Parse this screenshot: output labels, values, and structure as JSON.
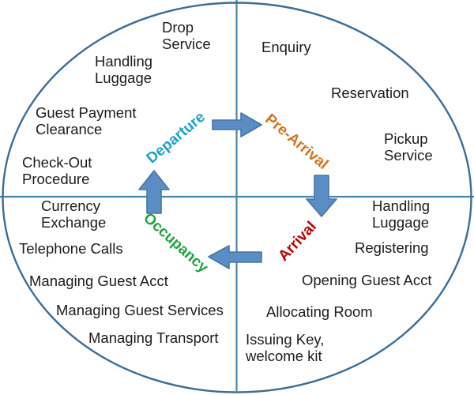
{
  "diagram": {
    "arrow_color": "#5b8dc5",
    "outline_color": "#3a6e99",
    "axis_color": "#4a85b0",
    "text_color": "#1c1c1c",
    "phases": [
      {
        "id": "pre-arrival",
        "label": "Pre-Arrival",
        "color": "#d4731c",
        "activities": [
          "Enquiry",
          "Reservation",
          "Pickup Service"
        ]
      },
      {
        "id": "arrival",
        "label": "Arrival",
        "color": "#c00000",
        "activities": [
          "Handling Luggage",
          "Registering",
          "Opening Guest Acct",
          "Allocating Room",
          "Issuing Key, welcome kit"
        ]
      },
      {
        "id": "occupancy",
        "label": "Occupancy",
        "color": "#1fa33c",
        "activities": [
          "Currency Exchange",
          "Telephone Calls",
          "Managing Guest Acct",
          "Managing Guest Services",
          "Managing Transport"
        ]
      },
      {
        "id": "departure",
        "label": "Departure",
        "color": "#1ba1cd",
        "activities": [
          "Drop Service",
          "Handling Luggage",
          "Guest Payment Clearance",
          "Check-Out Procedure"
        ]
      }
    ]
  }
}
